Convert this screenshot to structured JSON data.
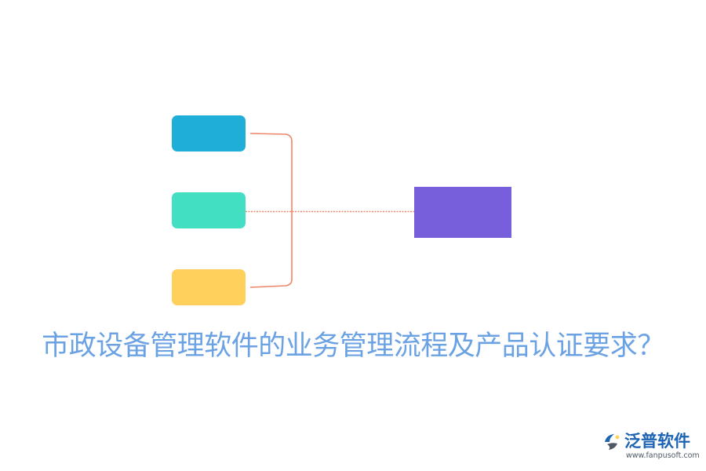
{
  "title": "市政设备管理软件的业务管理流程及产品认证要求？",
  "brand": {
    "name": "泛普软件",
    "url": "www.fanpusoft.com"
  },
  "colors": {
    "node_1": "#1eaed8",
    "node_2": "#43dfc2",
    "node_3": "#ffd05c",
    "target": "#775edb",
    "connector": "#ee8668",
    "title": "#6ba2e4",
    "brand_name": "#1d64b3",
    "brand_url": "#4d5966"
  },
  "icons": {
    "brand_logo": "fanpu-logo-icon"
  }
}
